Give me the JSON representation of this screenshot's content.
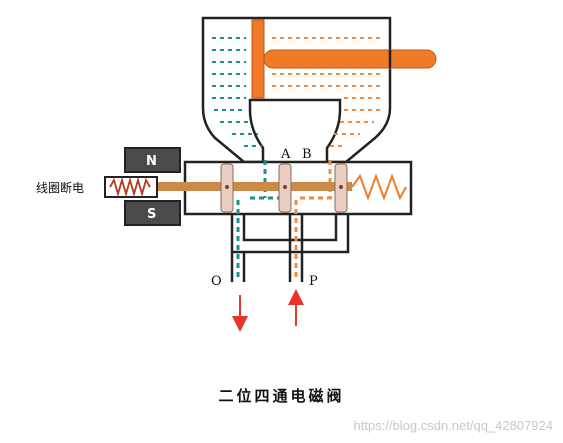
{
  "diagram": {
    "caption": "二位四通电磁阀",
    "coil_label": "线圈断电",
    "magnet_north": "N",
    "magnet_south": "S",
    "port_a": "A",
    "port_b": "B",
    "port_o": "O",
    "port_p": "P",
    "watermark": "https://blog.csdn.net/qq_42807924"
  },
  "colors": {
    "outline": "#222222",
    "teal_fluid": "#1e8f8f",
    "orange_fluid": "#f08c3c",
    "piston_rod": "#f07a28",
    "spool_rod": "#c98a4a",
    "spool_land": "#e8cfc2",
    "magnet_fill": "#4a4a4a",
    "coil_spring": "#b33a1c",
    "arrow_red": "#e8342a"
  }
}
